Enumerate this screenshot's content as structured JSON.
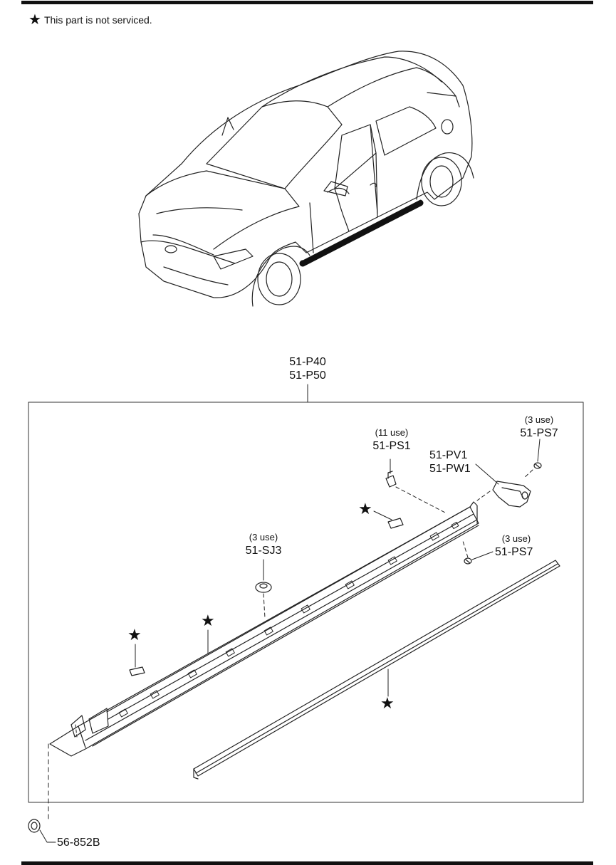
{
  "note": {
    "star": "★",
    "text": "This part is not serviced."
  },
  "labels": {
    "main_a": "51-P40",
    "main_b": "51-P50",
    "ps1_use": "(11 use)",
    "ps1": "51-PS1",
    "pv1": "51-PV1",
    "pw1": "51-PW1",
    "ps7_top_use": "(3 use)",
    "ps7_top": "51-PS7",
    "sj3_use": "(3 use)",
    "sj3": "51-SJ3",
    "ps7_mid_use": "(3 use)",
    "ps7_mid": "51-PS7",
    "clip": "56-852B"
  },
  "star": "★"
}
